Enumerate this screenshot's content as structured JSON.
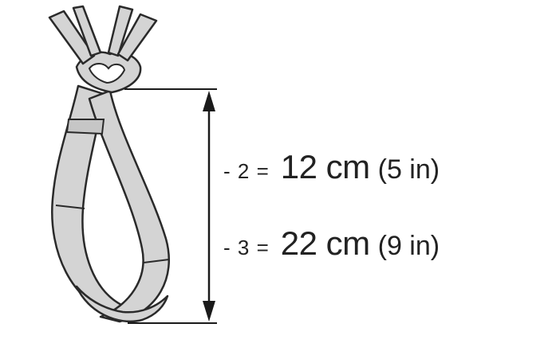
{
  "measurements": [
    {
      "label": "- 2 =",
      "metric": "12 cm",
      "imperial": "(5 in)"
    },
    {
      "label": "- 3 =",
      "metric": "22 cm",
      "imperial": "(9 in)"
    }
  ],
  "colors": {
    "strap_fill": "#d4d4d4",
    "outline": "#2a2a2a",
    "text": "#222222"
  }
}
